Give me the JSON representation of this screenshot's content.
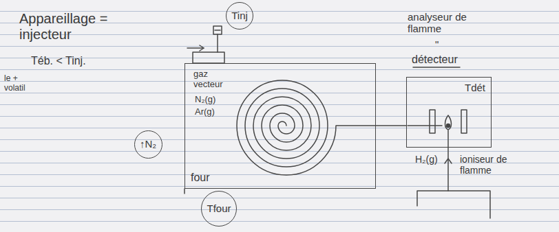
{
  "diagram": {
    "nodes": [
      {
        "text": [
          "Tinj"
        ]
      },
      {
        "text": [
          "four"
        ]
      },
      {
        "text": [
          "↑N₂"
        ]
      },
      {
        "text": [
          "Tfour"
        ]
      },
      {
        "text": [
          "Tdét"
        ]
      }
    ],
    "edges": [
      {
        "from": 1,
        "to": 4,
        "arrow": "none"
      }
    ],
    "labels": [
      "Appareillage = injecteur",
      "Téb. < Tinj.",
      "le + volatil",
      "gaz vecteur",
      "N₂(g)",
      "Ar(g)",
      "analyseur de flamme",
      "\"",
      "détecteur",
      "H₂(g)",
      "ioniseur de flamme"
    ]
  }
}
